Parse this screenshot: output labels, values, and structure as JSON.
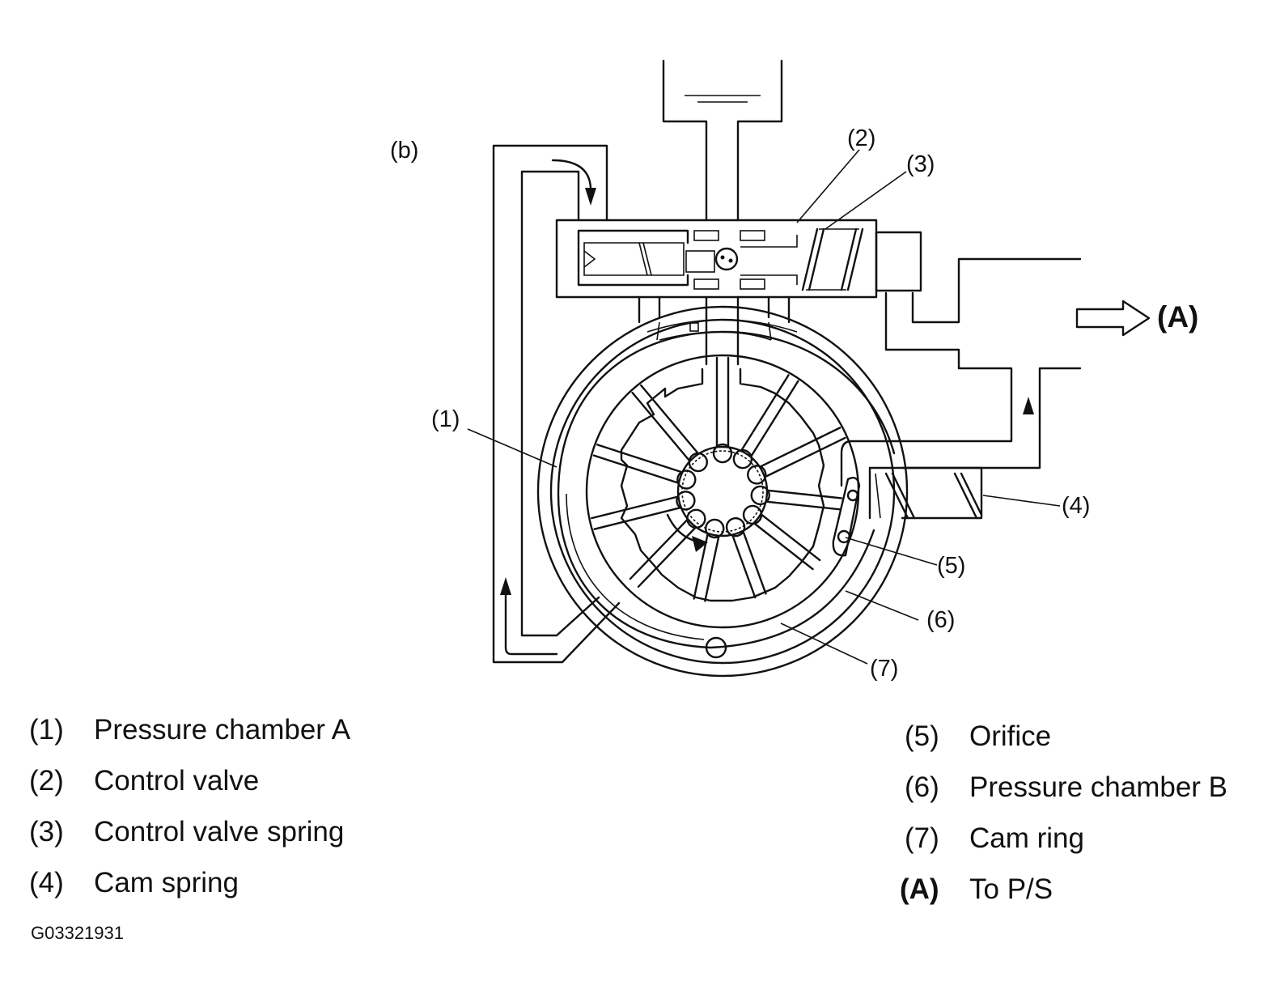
{
  "diagram": {
    "callouts": [
      {
        "id": "b",
        "text": "(b)"
      },
      {
        "id": "1",
        "text": "(1)"
      },
      {
        "id": "2",
        "text": "(2)"
      },
      {
        "id": "3",
        "text": "(3)"
      },
      {
        "id": "4",
        "text": "(4)"
      },
      {
        "id": "5",
        "text": "(5)"
      },
      {
        "id": "6",
        "text": "(6)"
      },
      {
        "id": "7",
        "text": "(7)"
      }
    ],
    "outlet_label": "(A)"
  },
  "legend": {
    "left": [
      {
        "num": "(1)",
        "text": "Pressure chamber A"
      },
      {
        "num": "(2)",
        "text": "Control valve"
      },
      {
        "num": "(3)",
        "text": "Control valve spring"
      },
      {
        "num": "(4)",
        "text": "Cam spring"
      }
    ],
    "right": [
      {
        "num": "(5)",
        "text": "Orifice"
      },
      {
        "num": "(6)",
        "text": "Pressure chamber B"
      },
      {
        "num": "(7)",
        "text": "Cam ring"
      },
      {
        "num": "(A)",
        "text": "To P/S"
      }
    ]
  },
  "figure_id": "G03321931"
}
